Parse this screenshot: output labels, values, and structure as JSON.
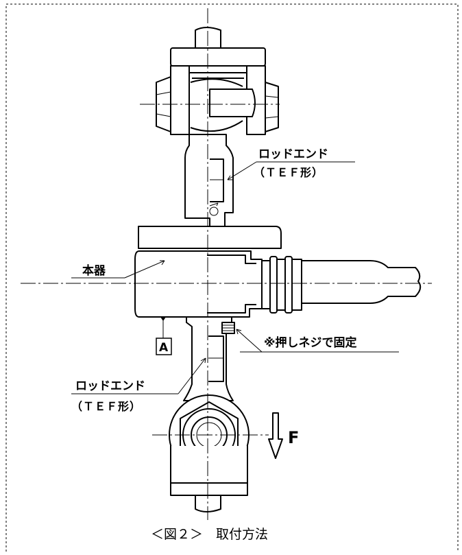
{
  "labels": {
    "rod_end_top": "ロッドエンド",
    "rod_end_top_sub": "（ＴＥＦ形）",
    "body": "本器",
    "datum": "A",
    "set_screw": "※押しネジで固定",
    "rod_end_bottom": "ロッドエンド",
    "rod_end_bottom_sub": "（ＴＥＦ形）",
    "force": "F"
  },
  "caption": "＜図２＞　取付方法"
}
